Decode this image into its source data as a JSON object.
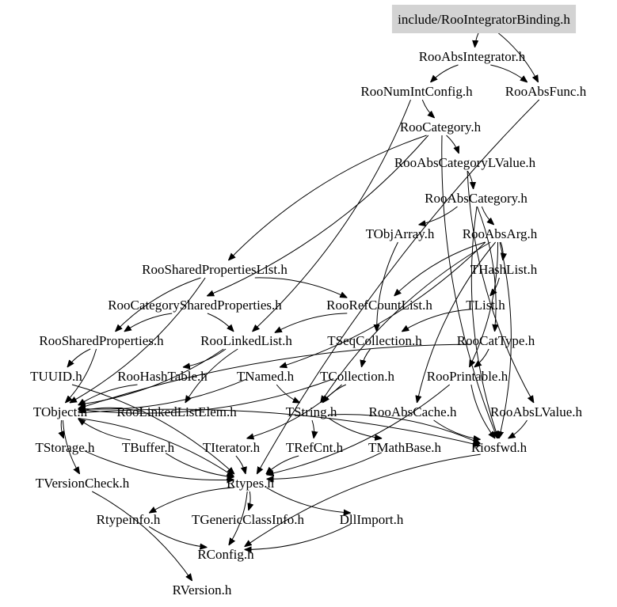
{
  "graph": {
    "nodes": [
      {
        "id": "n_include",
        "label": "include/RooIntegratorBinding.h",
        "highlight": true
      },
      {
        "id": "n_absint",
        "label": "RooAbsIntegrator.h"
      },
      {
        "id": "n_numint",
        "label": "RooNumIntConfig.h"
      },
      {
        "id": "n_absfunc",
        "label": "RooAbsFunc.h"
      },
      {
        "id": "n_category",
        "label": "RooCategory.h"
      },
      {
        "id": "n_abscatlv",
        "label": "RooAbsCategoryLValue.h"
      },
      {
        "id": "n_abscat",
        "label": "RooAbsCategory.h"
      },
      {
        "id": "n_tobjarray",
        "label": "TObjArray.h"
      },
      {
        "id": "n_absarg",
        "label": "RooAbsArg.h"
      },
      {
        "id": "n_sharedproplist",
        "label": "RooSharedPropertiesList.h"
      },
      {
        "id": "n_thashlist",
        "label": "THashList.h"
      },
      {
        "id": "n_catsharedprop",
        "label": "RooCategorySharedProperties.h"
      },
      {
        "id": "n_refcountlist",
        "label": "RooRefCountList.h"
      },
      {
        "id": "n_tlist",
        "label": "TList.h"
      },
      {
        "id": "n_sharedprop",
        "label": "RooSharedProperties.h"
      },
      {
        "id": "n_linkedlist",
        "label": "RooLinkedList.h"
      },
      {
        "id": "n_tseqcoll",
        "label": "TSeqCollection.h"
      },
      {
        "id": "n_cattype",
        "label": "RooCatType.h"
      },
      {
        "id": "n_tuuid",
        "label": "TUUID.h"
      },
      {
        "id": "n_hashtable",
        "label": "RooHashTable.h"
      },
      {
        "id": "n_tnamed",
        "label": "TNamed.h"
      },
      {
        "id": "n_tcollection",
        "label": "TCollection.h"
      },
      {
        "id": "n_printable",
        "label": "RooPrintable.h"
      },
      {
        "id": "n_tobject",
        "label": "TObject.h"
      },
      {
        "id": "n_linkedlistelem",
        "label": "RooLinkedListElem.h"
      },
      {
        "id": "n_tstring",
        "label": "TString.h"
      },
      {
        "id": "n_abscache",
        "label": "RooAbsCache.h"
      },
      {
        "id": "n_abslvalue",
        "label": "RooAbsLValue.h"
      },
      {
        "id": "n_tstorage",
        "label": "TStorage.h"
      },
      {
        "id": "n_tbuffer",
        "label": "TBuffer.h"
      },
      {
        "id": "n_titerator",
        "label": "TIterator.h"
      },
      {
        "id": "n_trefcnt",
        "label": "TRefCnt.h"
      },
      {
        "id": "n_tmathbase",
        "label": "TMathBase.h"
      },
      {
        "id": "n_riosfwd",
        "label": "Riosfwd.h"
      },
      {
        "id": "n_tversioncheck",
        "label": "TVersionCheck.h"
      },
      {
        "id": "n_rtypes",
        "label": "Rtypes.h"
      },
      {
        "id": "n_rtypeinfo",
        "label": "Rtypeinfo.h"
      },
      {
        "id": "n_tgenericclassinfo",
        "label": "TGenericClassInfo.h"
      },
      {
        "id": "n_dllimport",
        "label": "DllImport.h"
      },
      {
        "id": "n_rconfig",
        "label": "RConfig.h"
      },
      {
        "id": "n_rversion",
        "label": "RVersion.h"
      }
    ],
    "edges": [
      [
        "n_include",
        "n_absint"
      ],
      [
        "n_include",
        "n_absfunc"
      ],
      [
        "n_absint",
        "n_numint"
      ],
      [
        "n_absint",
        "n_absfunc"
      ],
      [
        "n_numint",
        "n_category"
      ],
      [
        "n_numint",
        "n_linkedlist"
      ],
      [
        "n_absfunc",
        "n_rtypes"
      ],
      [
        "n_category",
        "n_abscatlv"
      ],
      [
        "n_category",
        "n_sharedproplist"
      ],
      [
        "n_category",
        "n_catsharedprop"
      ],
      [
        "n_category",
        "n_riosfwd"
      ],
      [
        "n_abscatlv",
        "n_abscat"
      ],
      [
        "n_abscatlv",
        "n_abslvalue"
      ],
      [
        "n_abscat",
        "n_tobjarray"
      ],
      [
        "n_abscat",
        "n_absarg"
      ],
      [
        "n_abscat",
        "n_cattype"
      ],
      [
        "n_abscat",
        "n_riosfwd"
      ],
      [
        "n_absarg",
        "n_thashlist"
      ],
      [
        "n_absarg",
        "n_refcountlist"
      ],
      [
        "n_absarg",
        "n_printable"
      ],
      [
        "n_absarg",
        "n_abscache"
      ],
      [
        "n_absarg",
        "n_tnamed"
      ],
      [
        "n_absarg",
        "n_tstring"
      ],
      [
        "n_absarg",
        "n_riosfwd"
      ],
      [
        "n_tobjarray",
        "n_tseqcoll"
      ],
      [
        "n_thashlist",
        "n_tlist"
      ],
      [
        "n_tlist",
        "n_tseqcoll"
      ],
      [
        "n_sharedproplist",
        "n_refcountlist"
      ],
      [
        "n_sharedproplist",
        "n_sharedprop"
      ],
      [
        "n_sharedproplist",
        "n_tobject"
      ],
      [
        "n_catsharedprop",
        "n_sharedprop"
      ],
      [
        "n_catsharedprop",
        "n_linkedlist"
      ],
      [
        "n_refcountlist",
        "n_linkedlist"
      ],
      [
        "n_sharedprop",
        "n_tobject"
      ],
      [
        "n_sharedprop",
        "n_tuuid"
      ],
      [
        "n_linkedlist",
        "n_hashtable"
      ],
      [
        "n_linkedlist",
        "n_linkedlistelem"
      ],
      [
        "n_linkedlist",
        "n_tobject"
      ],
      [
        "n_tseqcoll",
        "n_tcollection"
      ],
      [
        "n_cattype",
        "n_printable"
      ],
      [
        "n_cattype",
        "n_tobject"
      ],
      [
        "n_tuuid",
        "n_rtypes"
      ],
      [
        "n_hashtable",
        "n_tobject"
      ],
      [
        "n_tnamed",
        "n_tobject"
      ],
      [
        "n_tnamed",
        "n_tstring"
      ],
      [
        "n_tcollection",
        "n_tobject"
      ],
      [
        "n_tcollection",
        "n_tstring"
      ],
      [
        "n_tcollection",
        "n_titerator"
      ],
      [
        "n_printable",
        "n_riosfwd"
      ],
      [
        "n_printable",
        "n_rtypes"
      ],
      [
        "n_tobject",
        "n_tstorage"
      ],
      [
        "n_tobject",
        "n_rtypes"
      ],
      [
        "n_tobject",
        "n_tversioncheck"
      ],
      [
        "n_tobject",
        "n_riosfwd"
      ],
      [
        "n_linkedlistelem",
        "n_tobject"
      ],
      [
        "n_tstring",
        "n_trefcnt"
      ],
      [
        "n_tstring",
        "n_tmathbase"
      ],
      [
        "n_tstring",
        "n_riosfwd"
      ],
      [
        "n_abscache",
        "n_riosfwd"
      ],
      [
        "n_abslvalue",
        "n_riosfwd"
      ],
      [
        "n_tstorage",
        "n_rtypes"
      ],
      [
        "n_tbuffer",
        "n_tobject"
      ],
      [
        "n_tbuffer",
        "n_rtypes"
      ],
      [
        "n_titerator",
        "n_rtypes"
      ],
      [
        "n_trefcnt",
        "n_rtypes"
      ],
      [
        "n_tmathbase",
        "n_rtypes"
      ],
      [
        "n_riosfwd",
        "n_rconfig"
      ],
      [
        "n_tversioncheck",
        "n_rversion"
      ],
      [
        "n_rtypes",
        "n_rtypeinfo"
      ],
      [
        "n_rtypes",
        "n_tgenericclassinfo"
      ],
      [
        "n_rtypes",
        "n_dllimport"
      ],
      [
        "n_rtypes",
        "n_rconfig"
      ],
      [
        "n_rtypeinfo",
        "n_rconfig"
      ],
      [
        "n_dllimport",
        "n_rconfig"
      ]
    ]
  }
}
